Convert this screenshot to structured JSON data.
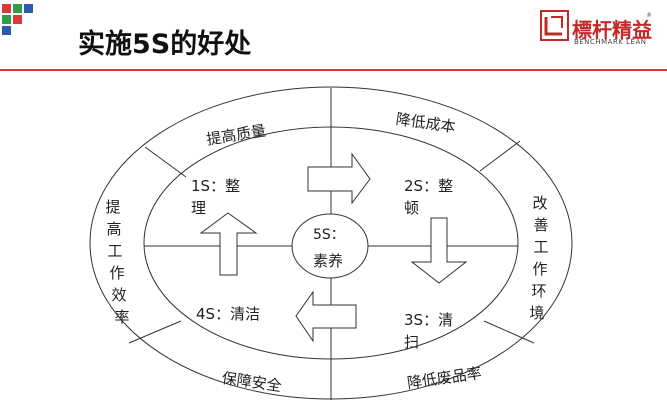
{
  "header": {
    "title": "实施5S的好处",
    "logo_text": "標杆精益",
    "logo_sub": "BENCHMARK LEAN",
    "logo_reg": "®"
  },
  "benefits": {
    "top_left": "提高质量",
    "top_right": "降低成本",
    "left": [
      "提",
      "高",
      "工",
      "作",
      "效",
      "率"
    ],
    "right": [
      "改",
      "善",
      "工",
      "作",
      "环",
      "境"
    ],
    "bottom_left": "保障安全",
    "bottom_right": "降低废品率"
  },
  "steps": {
    "s1": [
      "1S：整",
      "理"
    ],
    "s2": [
      "2S：整",
      "顿"
    ],
    "s3": [
      "3S：清",
      "扫"
    ],
    "s4": "4S：清洁",
    "center": [
      "5S：",
      "素养"
    ]
  },
  "colors": {
    "accent": "#d93a3a",
    "line": "#333333",
    "corner_green": "#2e9e4a",
    "corner_red": "#d93a3a",
    "corner_blue": "#2a5caa"
  }
}
